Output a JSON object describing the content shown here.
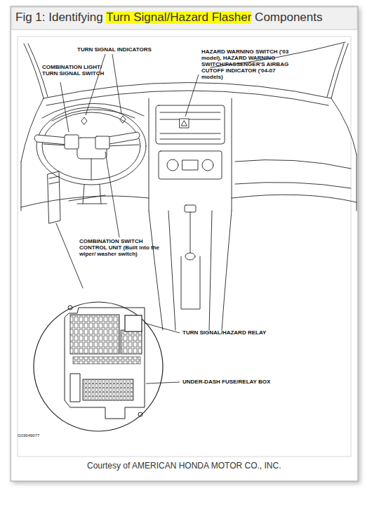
{
  "diagram": {
    "title": "Fig 1: Identifying Turn Signal/Hazard Flasher Components",
    "caption": "Courtesy of AMERICAN HONDA MOTOR CO., INC.",
    "labels": [
      "TURN SIGNAL INDICATORS",
      "COMBINATION LIGHT/ TURN SIGNAL SWITCH",
      "HAZARD WARNING SWITCH ('03 model), HAZARD WARNING SWITCH/PASSENGER'S AIRBAG CUTOFF INDICATOR ('04-07 models)",
      "COMBINATION SWITCH CONTROL UNIT (Built into the wiper/ washer switch)",
      "TURN SIGNAL/HAZARD RELAY",
      "UNDER-DASH FUSE/RELAY BOX",
      "G03649077"
    ]
  }
}
